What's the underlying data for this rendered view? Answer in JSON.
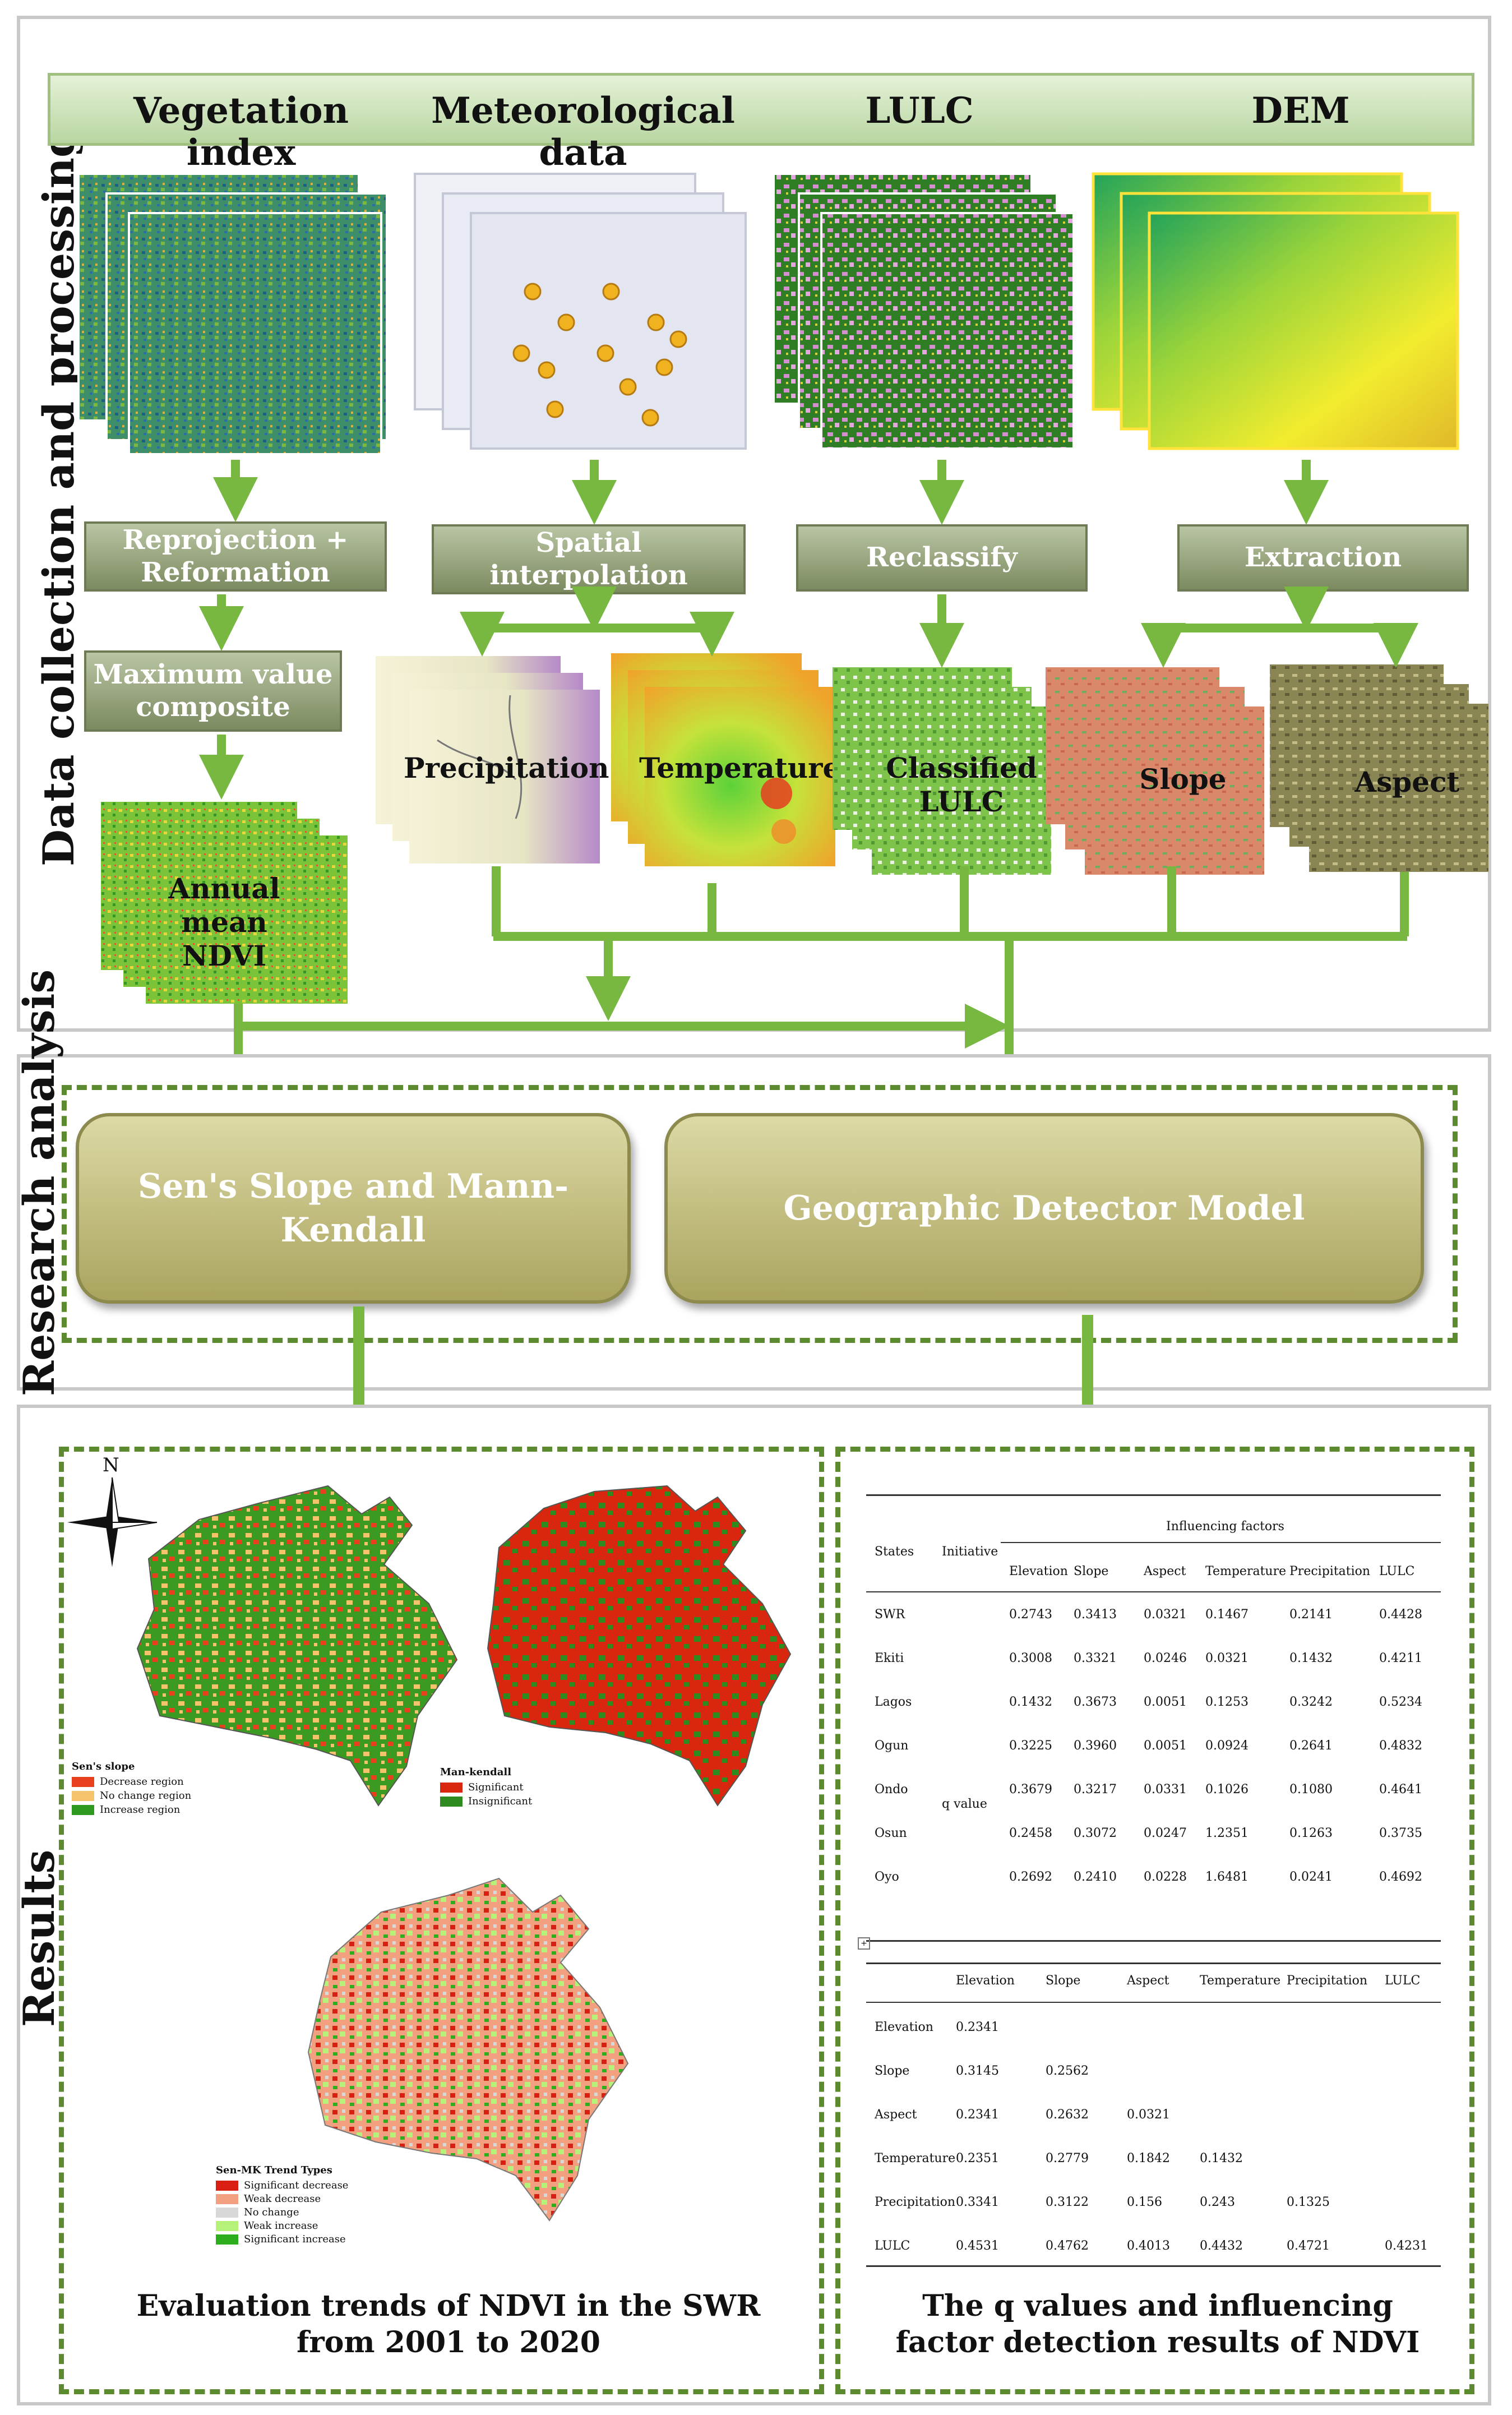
{
  "section_labels": {
    "data": "Data collection and processing",
    "analysis": "Research analysis",
    "results": "Results"
  },
  "headers": [
    "Vegetation index",
    "Meteorological data",
    "LULC",
    "DEM"
  ],
  "ops": {
    "reprojection": "Reprojection + Reformation",
    "mvc": "Maximum value composite",
    "interp": "Spatial interpolation",
    "reclassify": "Reclassify",
    "extraction": "Extraction"
  },
  "products": {
    "ndvi": "Annual mean NDVI",
    "precip": "Precipitation",
    "temp": "Temperature",
    "lulc": "Classified LULC",
    "slope": "Slope",
    "aspect": "Aspect"
  },
  "methods": {
    "mk": "Sen's Slope and Mann-Kendall",
    "gdm": "Geographic Detector Model"
  },
  "maps": {
    "north": "N",
    "sens_title": "Sen's slope",
    "sens_items": [
      "Decrease region",
      "No change region",
      "Increase region"
    ],
    "sens_colors": [
      "#e8401c",
      "#f5c36b",
      "#2f9a21"
    ],
    "mk_title": "Man-kendall",
    "mk_items": [
      "Significant",
      "Insignificant"
    ],
    "mk_colors": [
      "#d8260f",
      "#2e8b1f"
    ],
    "senmk_title": "Sen-MK Trend Types",
    "senmk_items": [
      "Significant decrease",
      "Weak decrease",
      "No change",
      "Weak increase",
      "Significant increase"
    ],
    "senmk_colors": [
      "#d81f12",
      "#f2a07f",
      "#d8d8d8",
      "#b6f27a",
      "#2fae1d"
    ]
  },
  "table1": {
    "group_header": "Influencing factors",
    "col_states": "States",
    "col_initiative": "Initiative",
    "factors": [
      "Elevation",
      "Slope",
      "Aspect",
      "Temperature",
      "Precipitation",
      "LULC"
    ],
    "qlabel": "q value",
    "rows": [
      {
        "state": "SWR",
        "v": [
          "0.2743",
          "0.3413",
          "0.0321",
          "0.1467",
          "0.2141",
          "0.4428"
        ]
      },
      {
        "state": "Ekiti",
        "v": [
          "0.3008",
          "0.3321",
          "0.0246",
          "0.0321",
          "0.1432",
          "0.4211"
        ]
      },
      {
        "state": "Lagos",
        "v": [
          "0.1432",
          "0.3673",
          "0.0051",
          "0.1253",
          "0.3242",
          "0.5234"
        ]
      },
      {
        "state": "Ogun",
        "v": [
          "0.3225",
          "0.3960",
          "0.0051",
          "0.0924",
          "0.2641",
          "0.4832"
        ]
      },
      {
        "state": "Ondo",
        "v": [
          "0.3679",
          "0.3217",
          "0.0331",
          "0.1026",
          "0.1080",
          "0.4641"
        ]
      },
      {
        "state": "Osun",
        "v": [
          "0.2458",
          "0.3072",
          "0.0247",
          "1.2351",
          "0.1263",
          "0.3735"
        ]
      },
      {
        "state": "Oyo",
        "v": [
          "0.2692",
          "0.2410",
          "0.0228",
          "1.6481",
          "0.0241",
          "0.4692"
        ]
      }
    ]
  },
  "table2": {
    "cols": [
      "Elevation",
      "Slope",
      "Aspect",
      "Temperature",
      "Precipitation",
      "LULC"
    ],
    "rows": [
      {
        "name": "Elevation",
        "v": [
          "0.2341"
        ]
      },
      {
        "name": "Slope",
        "v": [
          "0.3145",
          "0.2562"
        ]
      },
      {
        "name": "Aspect",
        "v": [
          "0.2341",
          "0.2632",
          "0.0321"
        ]
      },
      {
        "name": "Temperature",
        "v": [
          "0.2351",
          "0.2779",
          "0.1842",
          "0.1432"
        ]
      },
      {
        "name": "Precipitation",
        "v": [
          "0.3341",
          "0.3122",
          "0.156",
          "0.243",
          "0.1325"
        ]
      },
      {
        "name": "LULC",
        "v": [
          "0.4531",
          "0.4762",
          "0.4013",
          "0.4432",
          "0.4721",
          "0.4231"
        ]
      }
    ]
  },
  "captions": {
    "left": "Evaluation trends of NDVI in the SWR from 2001 to 2020",
    "right": "The q values and influencing factor detection results of NDVI"
  }
}
